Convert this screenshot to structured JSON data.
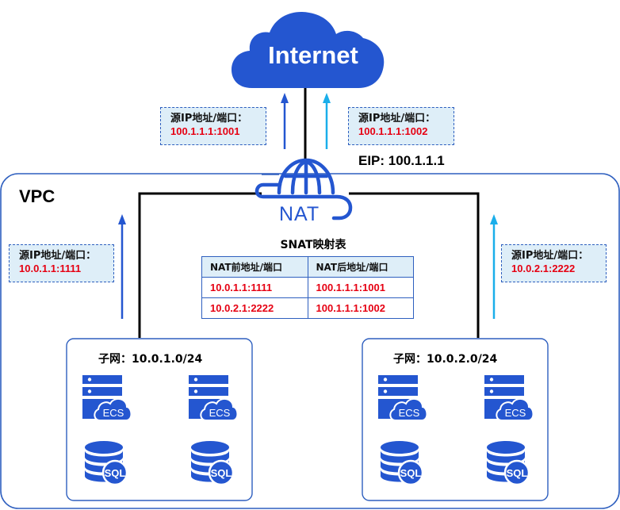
{
  "colors": {
    "primary_blue": "#2456d0",
    "light_blue_arrow": "#1aaeea",
    "callout_fill": "#deeef8",
    "value_red": "#e60012",
    "line_black": "#000000"
  },
  "internet": {
    "label": "Internet",
    "icon": "cloud-icon"
  },
  "top_callouts": [
    {
      "label": "源IP地址/端口：",
      "value": "100.1.1.1:1001"
    },
    {
      "label": "源IP地址/端口：",
      "value": "100.1.1.1:1002"
    }
  ],
  "eip": {
    "label": "EIP: 100.1.1.1"
  },
  "vpc": {
    "label": "VPC"
  },
  "nat": {
    "label": "NAT",
    "icon": "nat-gateway-icon"
  },
  "snat_table": {
    "title": "SNAT映射表",
    "headers": [
      "NAT前地址/端口",
      "NAT后地址/端口"
    ],
    "rows": [
      [
        "10.0.1.1:1111",
        "100.1.1.1:1001"
      ],
      [
        "10.0.2.1:2222",
        "100.1.1.1:1002"
      ]
    ]
  },
  "side_callouts": [
    {
      "label": "源IP地址/端口：",
      "value": "10.0.1.1:1111"
    },
    {
      "label": "源IP地址/端口：",
      "value": "10.0.2.1:2222"
    }
  ],
  "subnets": [
    {
      "title": "子网：10.0.1.0/24",
      "servers": [
        "ECS",
        "ECS"
      ],
      "databases": [
        "SQL",
        "SQL"
      ]
    },
    {
      "title": "子网：10.0.2.0/24",
      "servers": [
        "ECS",
        "ECS"
      ],
      "databases": [
        "SQL",
        "SQL"
      ]
    }
  ]
}
